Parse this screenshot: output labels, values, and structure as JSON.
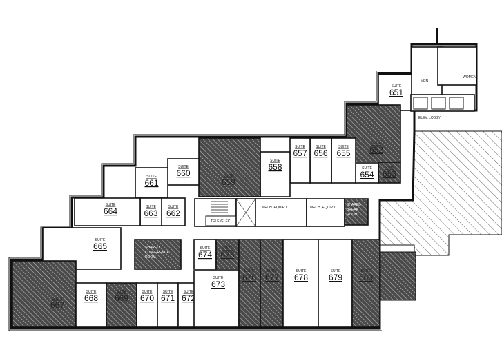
{
  "floor_plan": {
    "suite_prefix": "SUITE",
    "suites": [
      {
        "number": "651",
        "shaded": false
      },
      {
        "number": "652",
        "shaded": true
      },
      {
        "number": "653",
        "shaded": true
      },
      {
        "number": "654",
        "shaded": false
      },
      {
        "number": "655",
        "shaded": false
      },
      {
        "number": "656",
        "shaded": false
      },
      {
        "number": "657",
        "shaded": false
      },
      {
        "number": "658",
        "shaded": false
      },
      {
        "number": "659",
        "shaded": true
      },
      {
        "number": "660",
        "shaded": false
      },
      {
        "number": "661",
        "shaded": false
      },
      {
        "number": "662",
        "shaded": false
      },
      {
        "number": "663",
        "shaded": false
      },
      {
        "number": "664",
        "shaded": false
      },
      {
        "number": "665",
        "shaded": false
      },
      {
        "number": "667",
        "shaded": true
      },
      {
        "number": "668",
        "shaded": false
      },
      {
        "number": "669",
        "shaded": true
      },
      {
        "number": "670",
        "shaded": false
      },
      {
        "number": "671",
        "shaded": false
      },
      {
        "number": "672",
        "shaded": false
      },
      {
        "number": "673",
        "shaded": false
      },
      {
        "number": "674",
        "shaded": false
      },
      {
        "number": "675",
        "shaded": true
      },
      {
        "number": "676",
        "shaded": true
      },
      {
        "number": "677",
        "shaded": true
      },
      {
        "number": "678",
        "shaded": false
      },
      {
        "number": "679",
        "shaded": false
      },
      {
        "number": "680",
        "shaded": true
      }
    ],
    "common_areas": {
      "conference": [
        "SHARED",
        "CONFERENCE",
        "ROOM"
      ],
      "break_room": [
        "SHARED",
        "BREAK",
        "ROOM"
      ],
      "mech1": "MECH. EQUIP'T.",
      "mech2": "MECH. EQUIP'T.",
      "tele": "TELE./ELEC.",
      "elev_lobby": "ELEV. LOBBY",
      "men": "MEN",
      "women": "WOMEN"
    },
    "colors": {
      "shaded": "#555555",
      "line": "#111111",
      "light_hatch": "#888888"
    }
  }
}
